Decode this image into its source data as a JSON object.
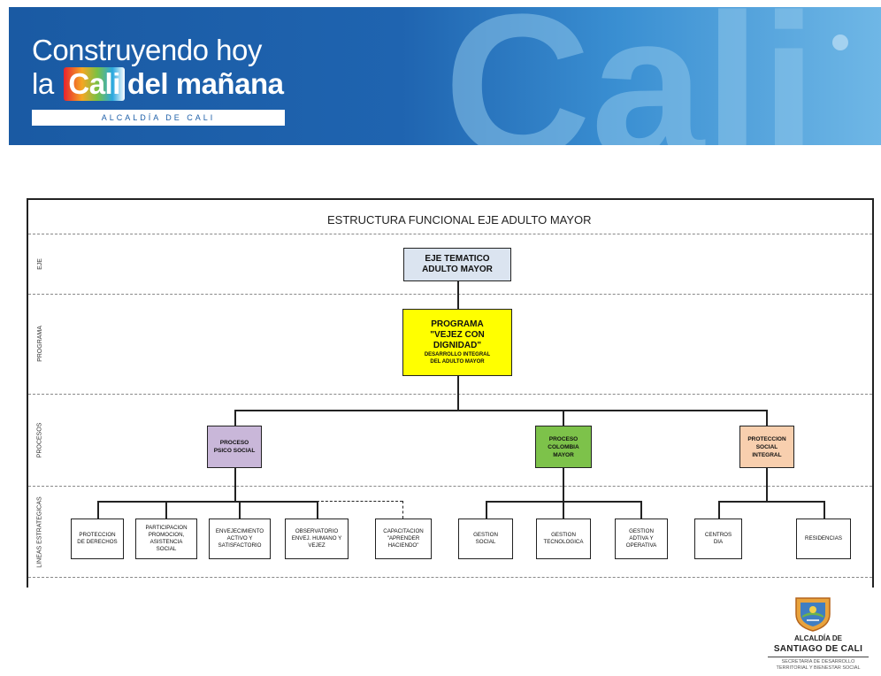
{
  "header": {
    "line1": "Construyendo hoy",
    "line2_prefix": "la",
    "line2_cali": "Cali",
    "line2_suffix": "del mañana",
    "strip": "ALCALDÍA DE CALI",
    "backdrop_text": "Cali",
    "colors": {
      "banner": "#1e5fa8",
      "light_blue": "#4fa3dc"
    }
  },
  "diagram": {
    "title": "ESTRUCTURA FUNCIONAL EJE ADULTO MAYOR",
    "bands": [
      "EJE",
      "PROGRAMA",
      "PROCESOS",
      "LINEAS ESTRATEGICAS"
    ],
    "root": {
      "text": "EJE TEMATICO ADULTO MAYOR",
      "line1": "EJE TEMATICO",
      "line2": "ADULTO MAYOR",
      "color": "#dbe4f0"
    },
    "program": {
      "line1": "PROGRAMA",
      "line2": "\"VEJEZ CON",
      "line3": "DIGNIDAD\"",
      "line4": "DESARROLLO INTEGRAL",
      "line5": "DEL ADULTO MAYOR",
      "color": "#ffff00"
    },
    "processes": [
      {
        "line1": "PROCESO",
        "line2": "PSICO SOCIAL",
        "line3": "",
        "color": "#c9b7d9"
      },
      {
        "line1": "PROCESO",
        "line2": "COLOMBIA",
        "line3": "MAYOR",
        "color": "#7dc24a"
      },
      {
        "line1": "PROTECCION",
        "line2": "SOCIAL",
        "line3": "INTEGRAL",
        "color": "#f8cfae"
      }
    ],
    "lines": [
      {
        "l1": "PROTECCION",
        "l2": "DE DERECHOS",
        "l3": "",
        "l4": ""
      },
      {
        "l1": "PARTICIPACION",
        "l2": "PROMOCION,",
        "l3": "ASISTENCIA",
        "l4": "SOCIAL"
      },
      {
        "l1": "ENVEJECIMIENTO",
        "l2": "ACTIVO Y",
        "l3": "SATISFACTORIO",
        "l4": ""
      },
      {
        "l1": "OBSERVATORIO",
        "l2": "ENVEJ. HUMANO Y",
        "l3": "VEJEZ",
        "l4": ""
      },
      {
        "l1": "CAPACITACION",
        "l2": "\"APRENDER",
        "l3": "HACIENDO\"",
        "l4": ""
      },
      {
        "l1": "GESTION",
        "l2": "SOCIAL",
        "l3": "",
        "l4": ""
      },
      {
        "l1": "GESTION",
        "l2": "TECNOLOGICA",
        "l3": "",
        "l4": ""
      },
      {
        "l1": "GESTION",
        "l2": "ADTIVA Y",
        "l3": "OPERATIVA",
        "l4": ""
      },
      {
        "l1": "CENTROS",
        "l2": "DIA",
        "l3": "",
        "l4": ""
      },
      {
        "l1": "RESIDENCIAS",
        "l2": "",
        "l3": "",
        "l4": ""
      }
    ]
  },
  "footer_logo": {
    "line1": "ALCALDÍA DE",
    "line2": "SANTIAGO DE CALI",
    "line3": "SECRETARÍA DE DESARROLLO",
    "line4": "TERRITORIAL Y BIENESTAR SOCIAL",
    "shield_icon": "coat-of-arms-icon"
  }
}
